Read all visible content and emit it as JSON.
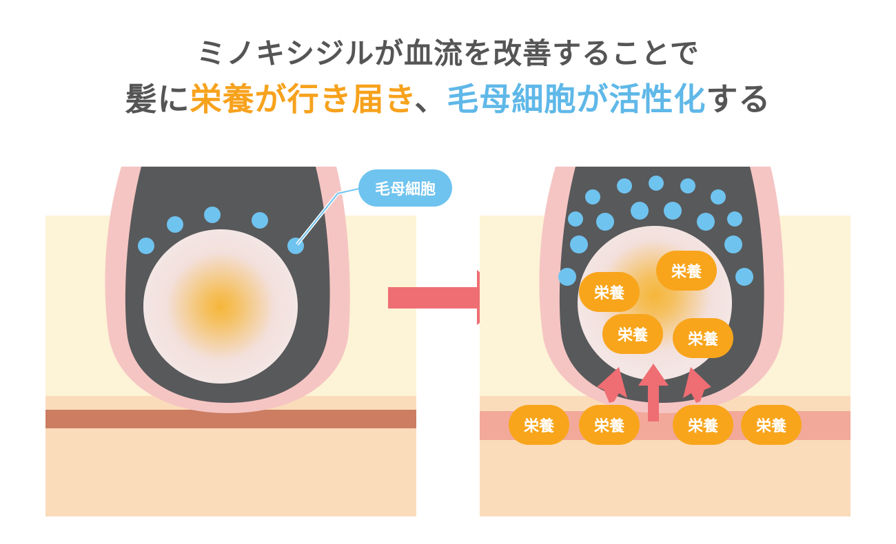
{
  "title": {
    "line1": "ミノキシジルが血流を改善することで",
    "line2_part1": "髪に",
    "line2_part2": "栄養が行き届き",
    "line2_part3": "、",
    "line2_part4": "毛母細胞が活性化",
    "line2_part5": "する"
  },
  "callout_label": "毛母細胞",
  "nutrient_label": "栄養",
  "colors": {
    "text": "#555555",
    "accent_orange": "#f7a21d",
    "accent_blue": "#5fb8e8",
    "hair_bulb": "#58595b",
    "sheath_pink": "#f5c5c3",
    "cells": "#6fc3ef",
    "arrow": "#ee6e73",
    "skin_top": "#fdf3d6",
    "skin_bottom": "#fadcba",
    "vessel_before": "#cc7d62",
    "vessel_after": "#f2a99a",
    "nutrient_badge": "#f8a51c"
  }
}
